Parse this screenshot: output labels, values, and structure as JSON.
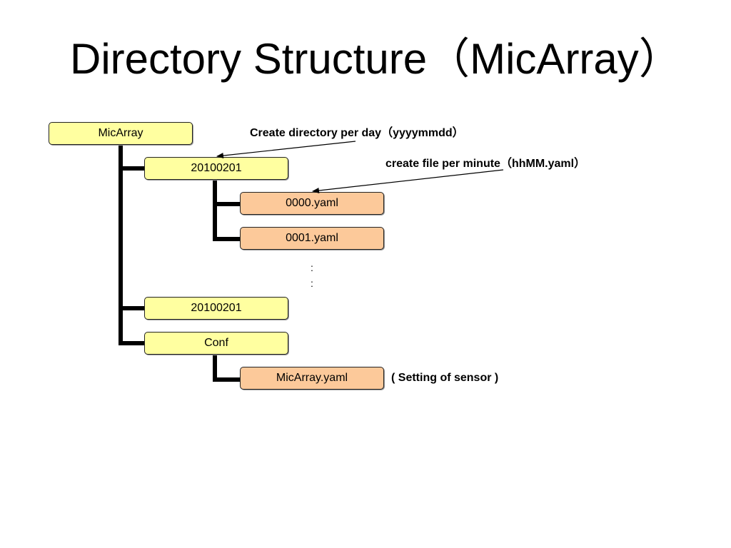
{
  "slide": {
    "title": "Directory Structure（MicArray）"
  },
  "tree": {
    "root": "MicArray",
    "day_dir_1": "20100201",
    "file_1": "0000.yaml",
    "file_2": "0001.yaml",
    "ellipsis_1": ":",
    "ellipsis_2": ":",
    "day_dir_2": "20100201",
    "conf_dir": "Conf",
    "conf_file": "MicArray.yaml"
  },
  "annotations": {
    "day_note": "Create directory per day（yyyymmdd）",
    "minute_note": "create file per minute（hhMM.yaml）",
    "setting_note": "( Setting of sensor  )"
  },
  "colors": {
    "directory_fill": "#ffffa0",
    "file_fill": "#fcc99a"
  }
}
